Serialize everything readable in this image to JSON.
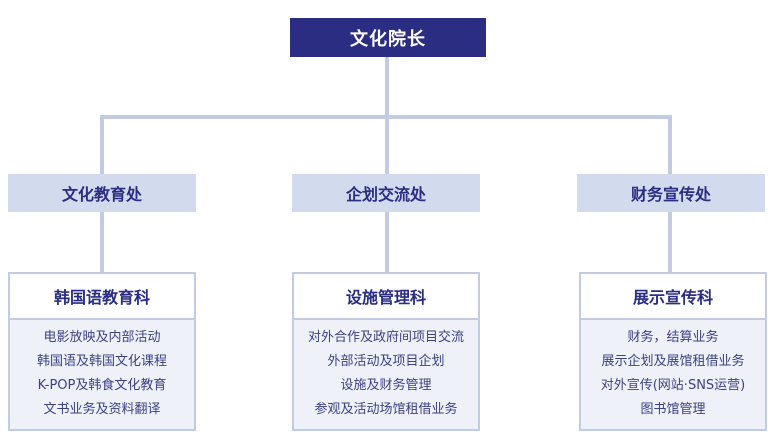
{
  "root": {
    "label": "文化院长"
  },
  "departments": [
    {
      "label": "文化教育处",
      "section": {
        "title": "韩国语教育科",
        "items": [
          "电影放映及内部活动",
          "韩国语及韩国文化课程",
          "K-POP及韩食文化教育",
          "文书业务及资料翻译"
        ]
      }
    },
    {
      "label": "企划交流处",
      "section": {
        "title": "设施管理科",
        "items": [
          "对外合作及政府间项目交流",
          "外部活动及项目企划",
          "设施及财务管理",
          "参观及活动场馆租借业务"
        ]
      }
    },
    {
      "label": "财务宣传处",
      "section": {
        "title": "展示宣传科",
        "items": [
          "财务，结算业务",
          "展示企划及展馆租借业务",
          "对外宣传(网站·SNS运营)",
          "图书馆管理"
        ]
      }
    }
  ],
  "colors": {
    "root_fill": "#2a2d82",
    "dept_fill": "#d2dbee",
    "connector": "#c3cbe3",
    "section_body": "#eef1f8",
    "text": "#2a2d82"
  }
}
